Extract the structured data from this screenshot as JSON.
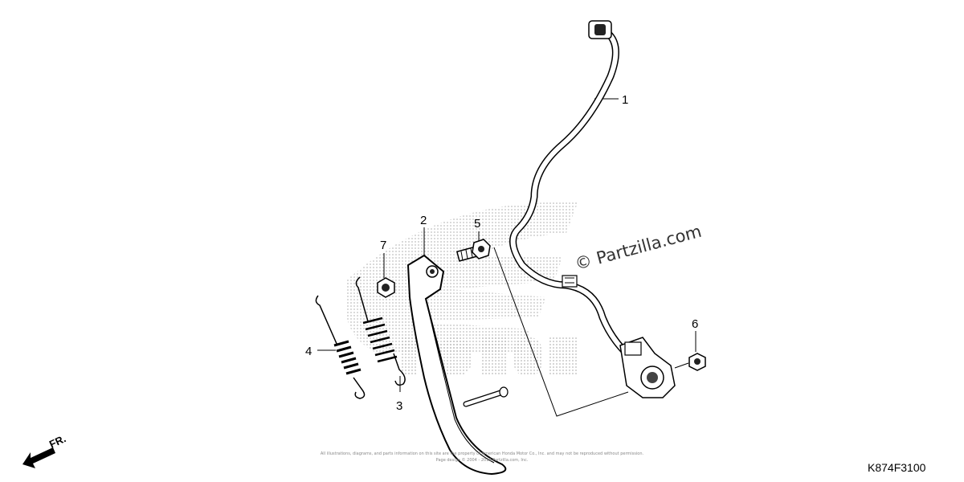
{
  "diagram": {
    "callouts": [
      {
        "number": "1",
        "part": "side stand switch"
      },
      {
        "number": "2",
        "part": "side stand"
      },
      {
        "number": "3",
        "part": "inner spring"
      },
      {
        "number": "4",
        "part": "outer spring"
      },
      {
        "number": "5",
        "part": "pivot bolt"
      },
      {
        "number": "6",
        "part": "nut"
      },
      {
        "number": "7",
        "part": "lock nut"
      }
    ],
    "watermark": "© Partzilla.com",
    "diagram_code": "K874F3100",
    "direction_label": "FR.",
    "copyright_line1": "All illustrations, diagrams, and parts information on this site are the property of American Honda Motor Co., Inc. and may not be reproduced without permission.",
    "copyright_line2": "Page design © 2004 - 2018 Partzilla.com, Inc."
  }
}
